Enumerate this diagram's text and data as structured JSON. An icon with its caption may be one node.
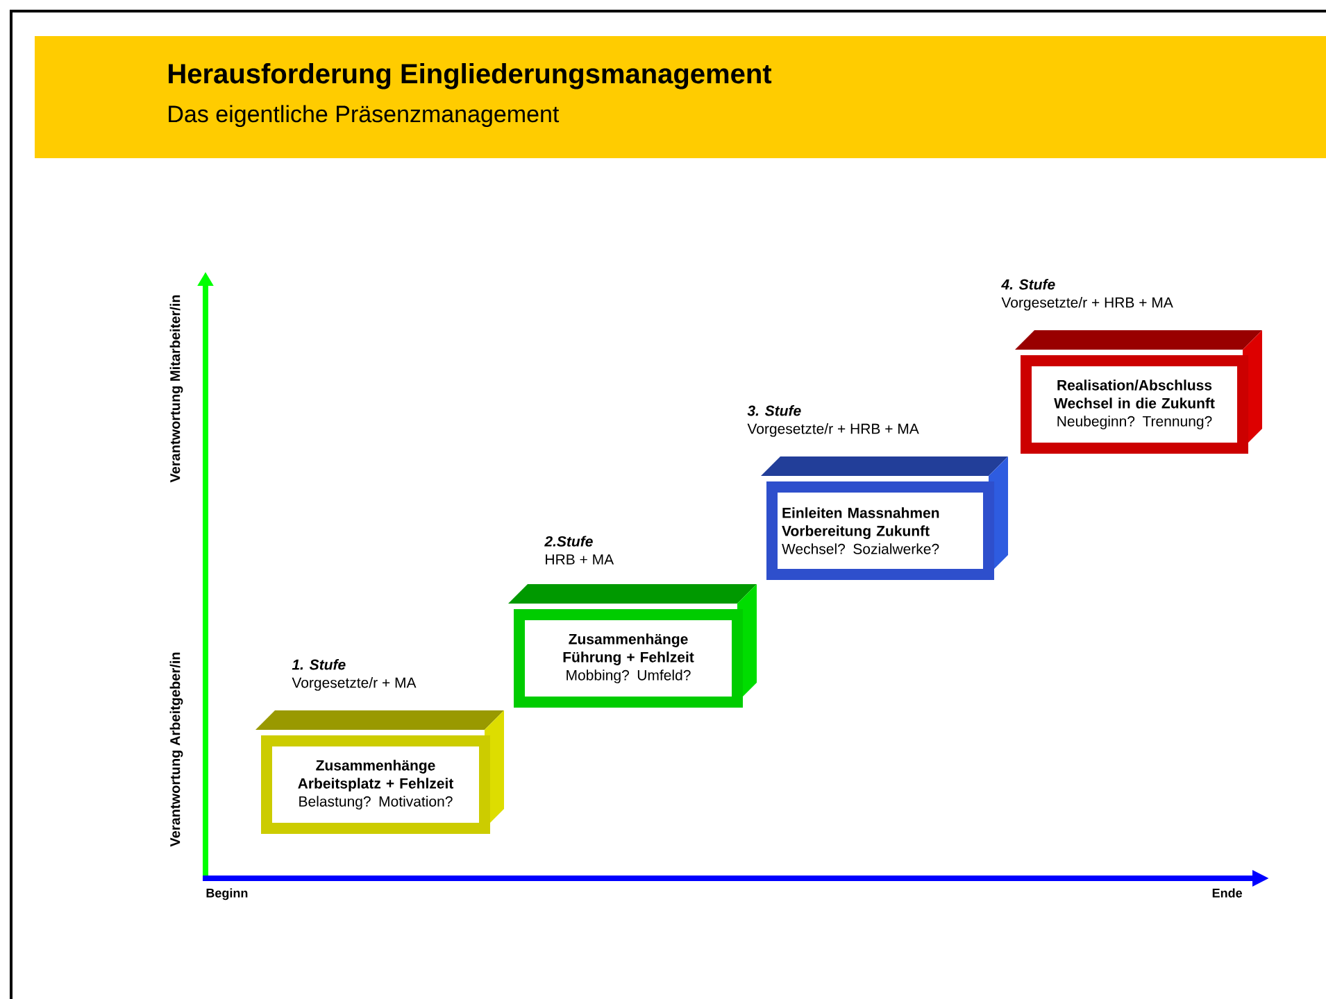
{
  "diagram": {
    "title": "Herausforderung Eingliederungsmanagement",
    "nodes": [
      {
        "text": [
          "Zusammenhänge Arbeitsplatz + Fehlzeit",
          "Belastung? Motivation?"
        ],
        "beside": [
          "1. Stufe",
          "Vorgesetzte/r + MA"
        ]
      },
      {
        "text": [
          "Zusammenhänge Führung + Fehlzeit",
          "Mobbing? Umfeld?"
        ],
        "beside": [
          "2.Stufe",
          "HRB  + MA"
        ]
      },
      {
        "text": [
          "Einleiten Massnahmen Vorbereitung Zukunft",
          "Wechsel? Sozialwerke?"
        ],
        "beside": [
          "3. Stufe",
          "Vorgesetzte/r + HRB + MA"
        ]
      },
      {
        "text": [
          "Realisation/Abschluss Wechsel in die Zukunft",
          "Neubeginn? Trennung?"
        ],
        "beside": [
          "4. Stufe",
          "Vorgesetzte/r + HRB + MA"
        ]
      }
    ],
    "labels": [
      "Das eigentliche Präsenzmanagement",
      "Verantwortung Mitarbeiter/in",
      "Verantwortung  Arbeitgeber/in",
      "Beginn",
      "Ende"
    ]
  }
}
